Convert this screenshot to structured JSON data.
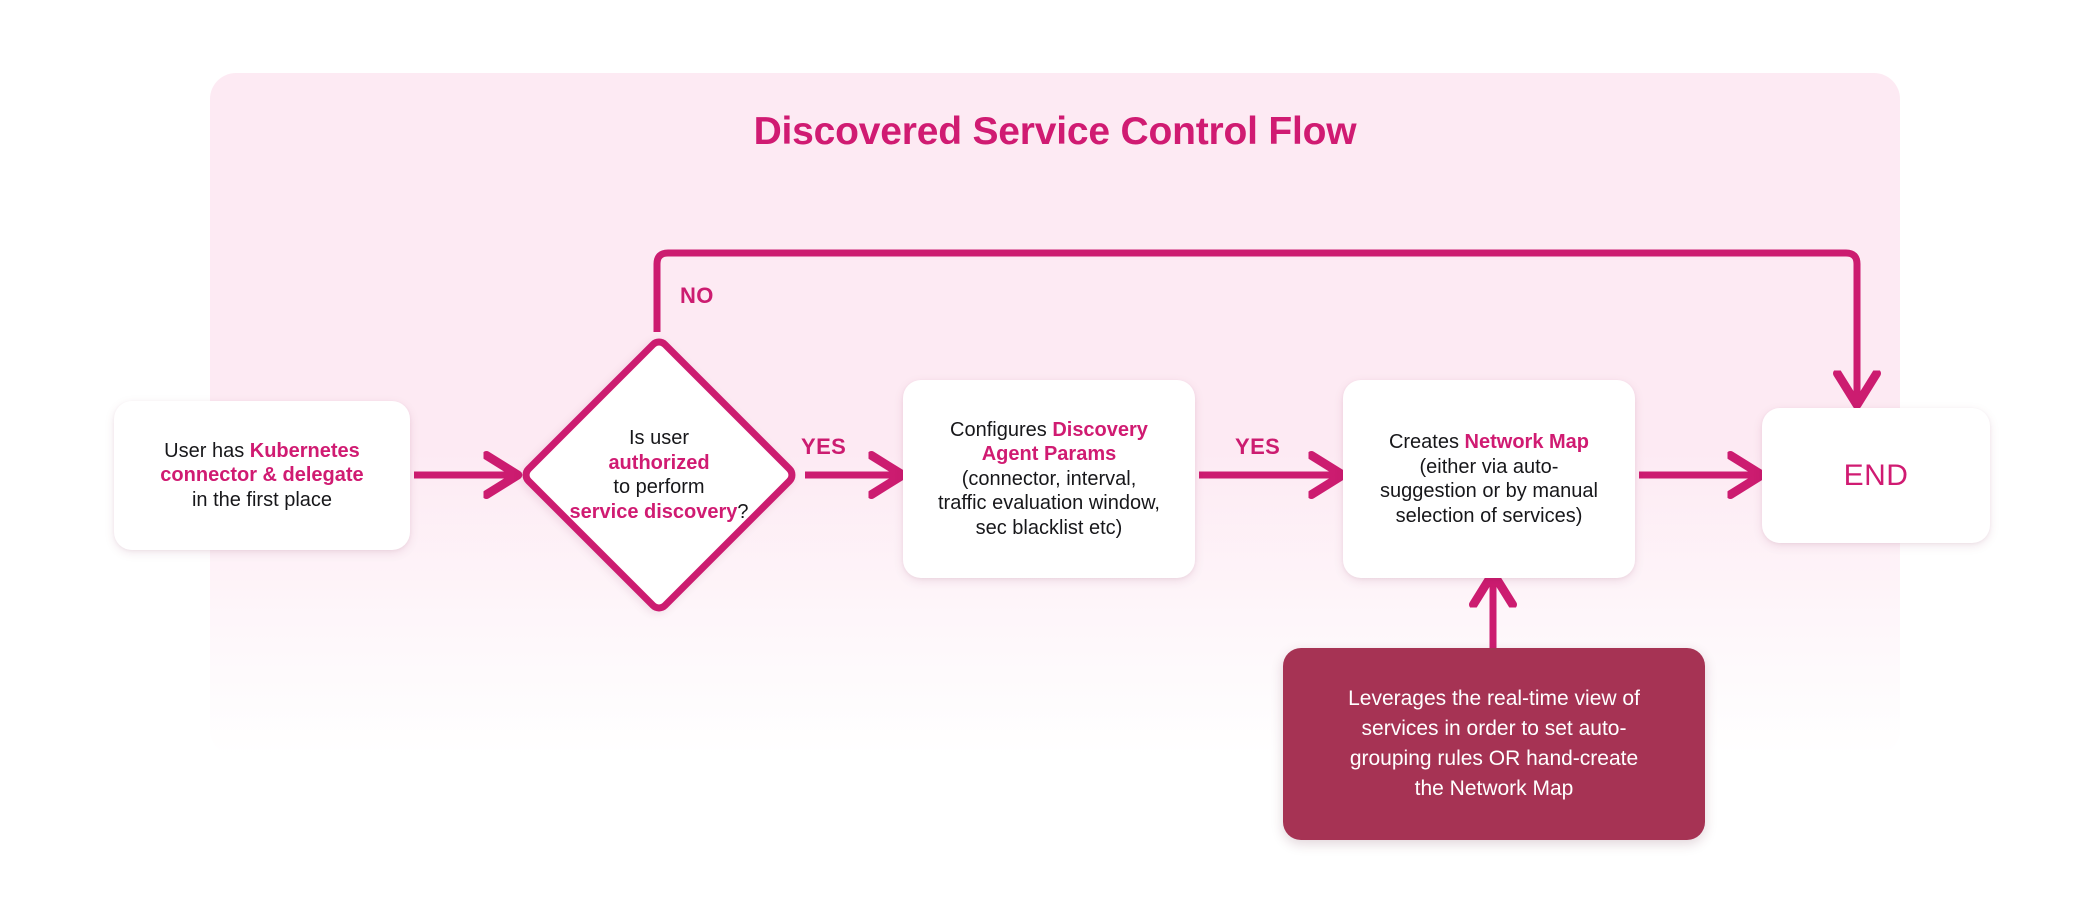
{
  "diagram": {
    "title": "Discovered Service Control Flow",
    "accent_color": "#cc1c70",
    "accent_text_color": "#d01b72",
    "panel_color": "#fdeaf3",
    "note_color": "#a63354",
    "node_color": "#ffffff",
    "body_text_color": "#17171a"
  },
  "nodes": {
    "start": {
      "type": "process",
      "line1_plain": "User has ",
      "line1_bold": "Kubernetes",
      "line2_bold": "connector & delegate",
      "line3_plain": "in the first place",
      "full_text": "User has Kubernetes connector & delegate in the first place"
    },
    "decision": {
      "type": "decision",
      "line1_plain": "Is user",
      "line2_bold": "authorized",
      "line3_plain": "to perform",
      "line4_bold": "service discovery",
      "line4_suffix": "?",
      "full_text": "Is user authorized to perform service discovery?"
    },
    "params": {
      "type": "process",
      "line1_plain": "Configures ",
      "line1_bold": "Discovery",
      "line2_bold": "Agent Params",
      "line3_plain": "(connector, interval,",
      "line4_plain": "traffic evaluation window,",
      "line5_plain": "sec blacklist etc)",
      "full_text": "Configures Discovery Agent Params (connector, interval, traffic evaluation window, sec blacklist etc)"
    },
    "netmap": {
      "type": "process",
      "line1_plain": "Creates ",
      "line1_bold": "Network Map",
      "line2_plain": "(either via auto-",
      "line3_plain": "suggestion or by manual",
      "line4_plain": "selection of services)",
      "full_text": "Creates Network Map (either via auto-suggestion or by manual selection of services)"
    },
    "note": {
      "type": "annotation",
      "line1": "Leverages the real-time view of",
      "line2": "services in order to set auto-",
      "line3": "grouping rules OR hand-create",
      "line4": "the Network Map",
      "full_text": "Leverages the real-time view of services in order to set auto-grouping rules OR hand-create the Network Map"
    },
    "end": {
      "type": "terminator",
      "label": "END"
    }
  },
  "edges": {
    "start_to_decision": {
      "label": ""
    },
    "decision_no": {
      "label": "NO",
      "target": "END"
    },
    "decision_yes": {
      "label": "YES",
      "target": "params"
    },
    "params_to_netmap": {
      "label": "YES",
      "target": "netmap"
    },
    "netmap_to_end": {
      "label": ""
    },
    "note_to_netmap": {
      "label": ""
    }
  }
}
